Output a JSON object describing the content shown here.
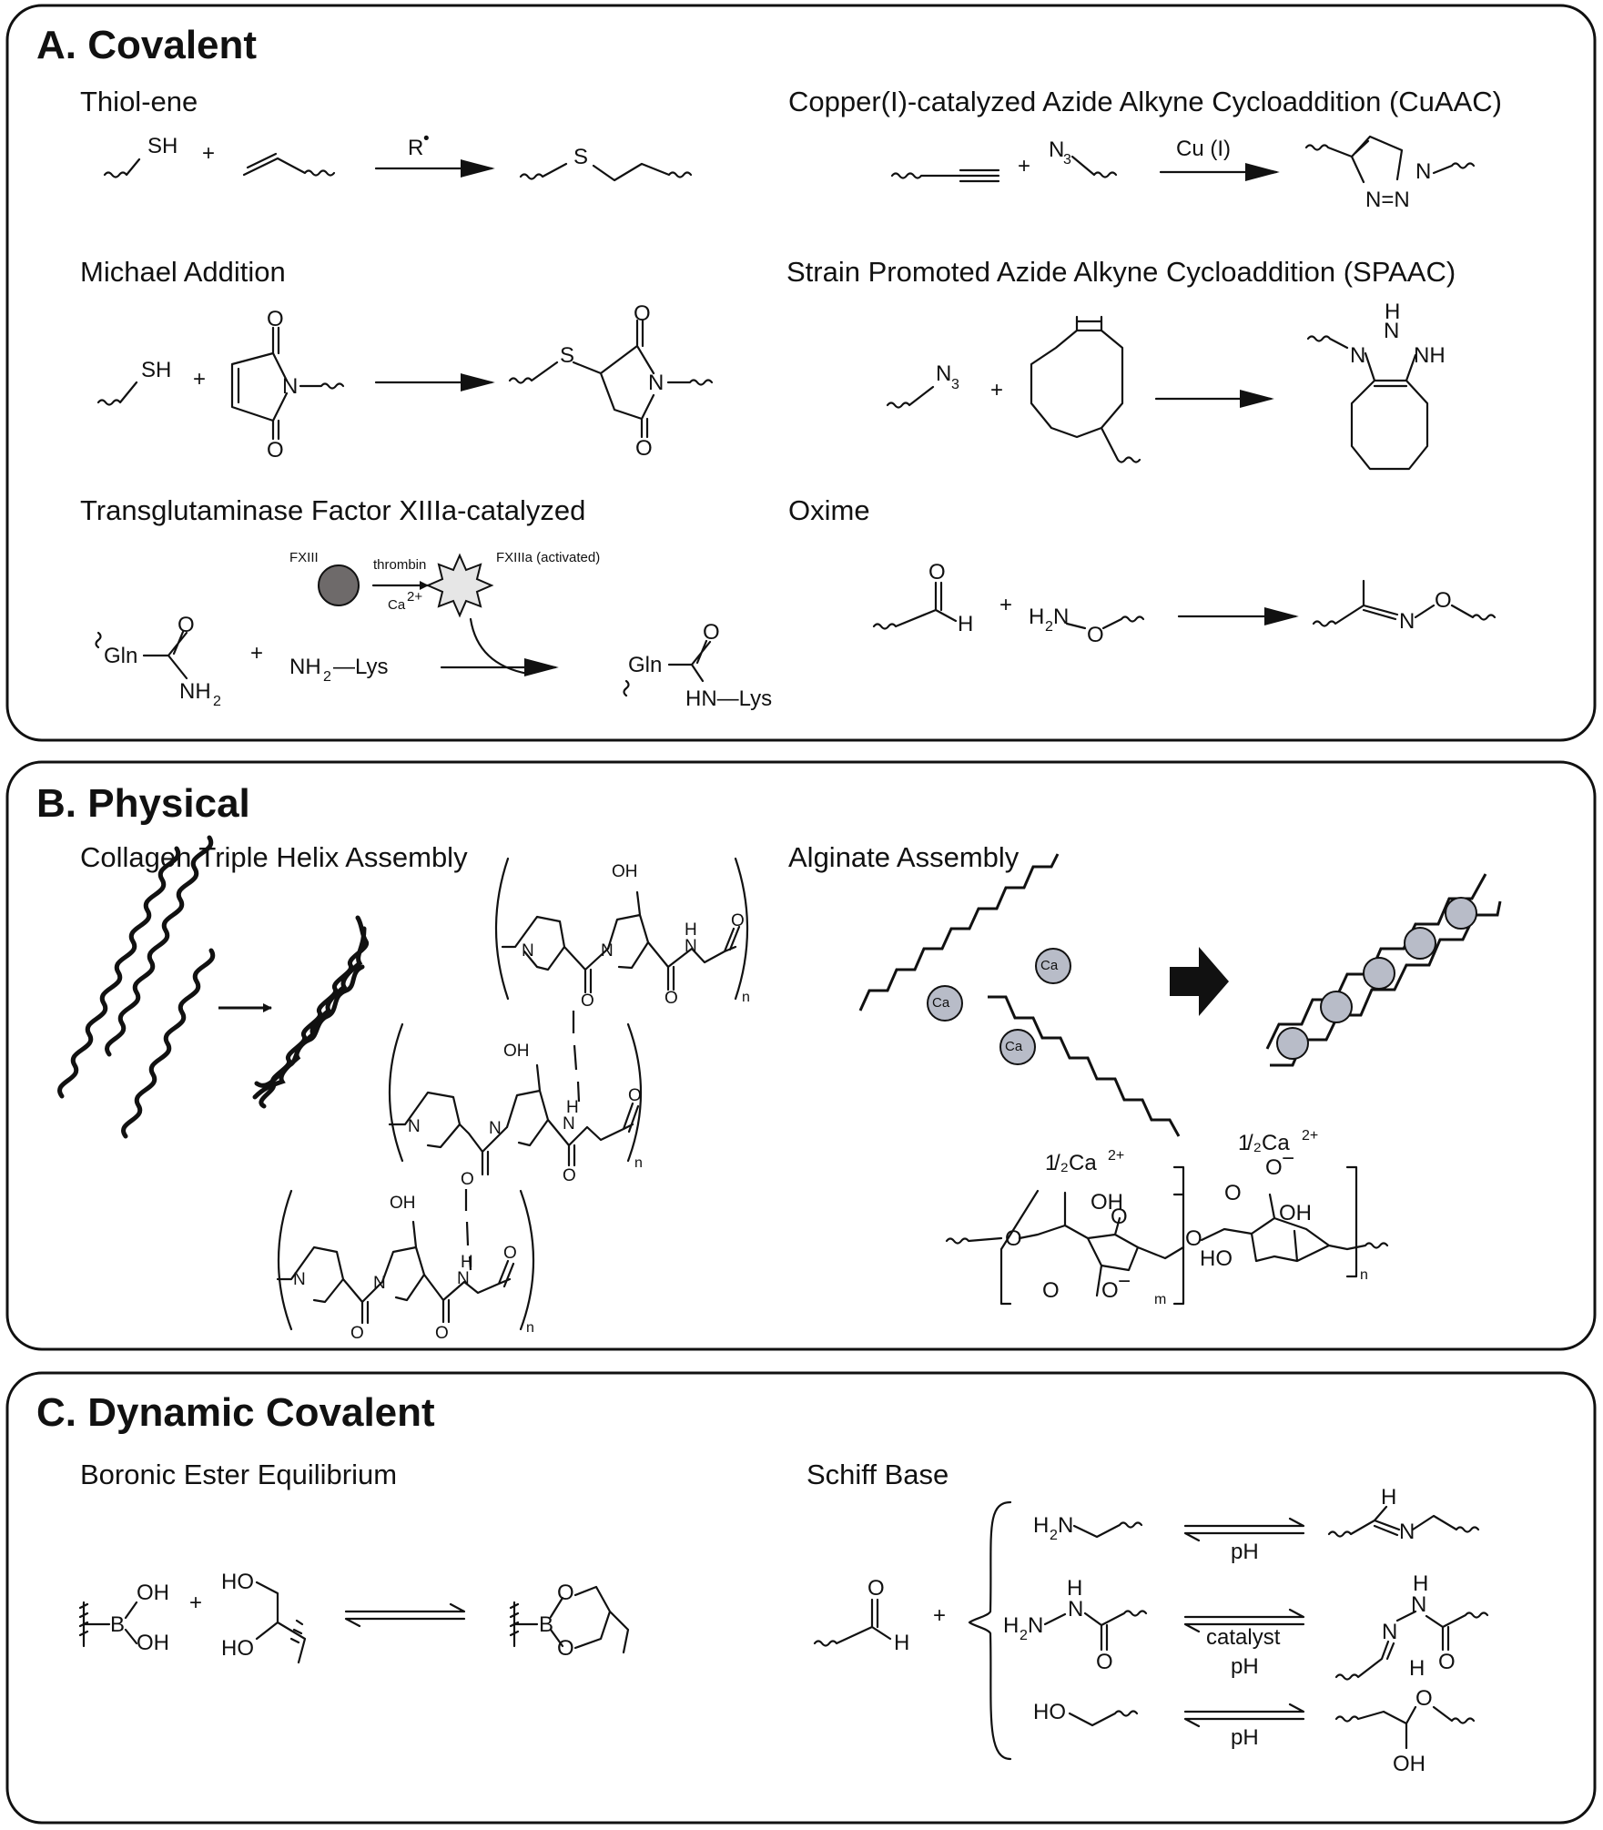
{
  "panels": {
    "a": {
      "title": "A. Covalent",
      "reactions": {
        "thiol_ene": "Thiol-ene",
        "cuaac": "Copper(I)-catalyzed Azide Alkyne Cycloaddition (CuAAC)",
        "michael": "Michael Addition",
        "spaac": "Strain Promoted Azide Alkyne Cycloaddition (SPAAC)",
        "transglutaminase": "Transglutaminase Factor XIIIa-catalyzed",
        "oxime": "Oxime"
      },
      "labels": {
        "sh": "SH",
        "s": "S",
        "o": "O",
        "n": "N",
        "h": "H",
        "nh": "NH",
        "n3": "N",
        "n3_sub": "3",
        "radical": "R",
        "radical_dot": "•",
        "cu": "Cu (I)",
        "triazole_bottom": "N=N",
        "fxiii": "FXIII",
        "thrombin": "thrombin",
        "ca": "Ca",
        "ca_sup": "2+",
        "fxiiia": "FXIIIa (activated)",
        "gln": "Gln",
        "nh2": "NH",
        "nh2_sub": "2",
        "nh2_lys": "NH",
        "lys_sub": "2",
        "lys": "—Lys",
        "hn_lys": "HN—Lys",
        "h2n": "H",
        "h2n_sub": "2",
        "h2n_n": "N",
        "plus": "+"
      }
    },
    "b": {
      "title": "B. Physical",
      "reactions": {
        "collagen": "Collagen Triple Helix Assembly",
        "alginate": "Alginate Assembly"
      },
      "labels": {
        "oh": "OH",
        "ho": "HO",
        "n_sub": "n",
        "m_sub": "m",
        "ca_ion": "Ca",
        "ca_ion_sup": "2+",
        "half_ca_sup": "1",
        "half_ca_main": "/₂Ca",
        "half_ca_charge": "2+",
        "o_minus": "O",
        "minus": "−"
      }
    },
    "c": {
      "title": "C. Dynamic Covalent",
      "reactions": {
        "boronic": "Boronic Ester Equilibrium",
        "schiff": "Schiff Base"
      },
      "labels": {
        "b": "B",
        "ph": "pH",
        "catalyst": "catalyst",
        "oh": "OH",
        "ho": "HO"
      }
    }
  },
  "colors": {
    "fxiii_circle": "#6e6a6a",
    "fxiiia_star": "#e6e6e6",
    "calcium_ion": "#b8bcc8"
  }
}
